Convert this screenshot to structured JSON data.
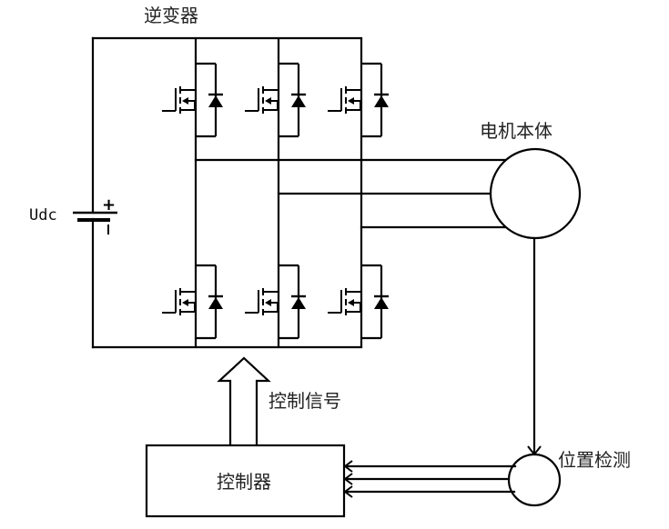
{
  "labels": {
    "inverter": "逆变器",
    "motor": "电机本体",
    "dc_source": "Udc",
    "dc_plus": "+",
    "dc_minus": "-",
    "control_signal": "控制信号",
    "controller": "控制器",
    "position_detection": "位置检测"
  },
  "components": {
    "inverter_legs": 3,
    "switches_per_leg": 2,
    "switch_type": "mosfet-with-antiparallel-diode",
    "motor_phases": 3,
    "feedback_lines": 3
  },
  "colors": {
    "line": "#000000",
    "background": "#ffffff"
  }
}
